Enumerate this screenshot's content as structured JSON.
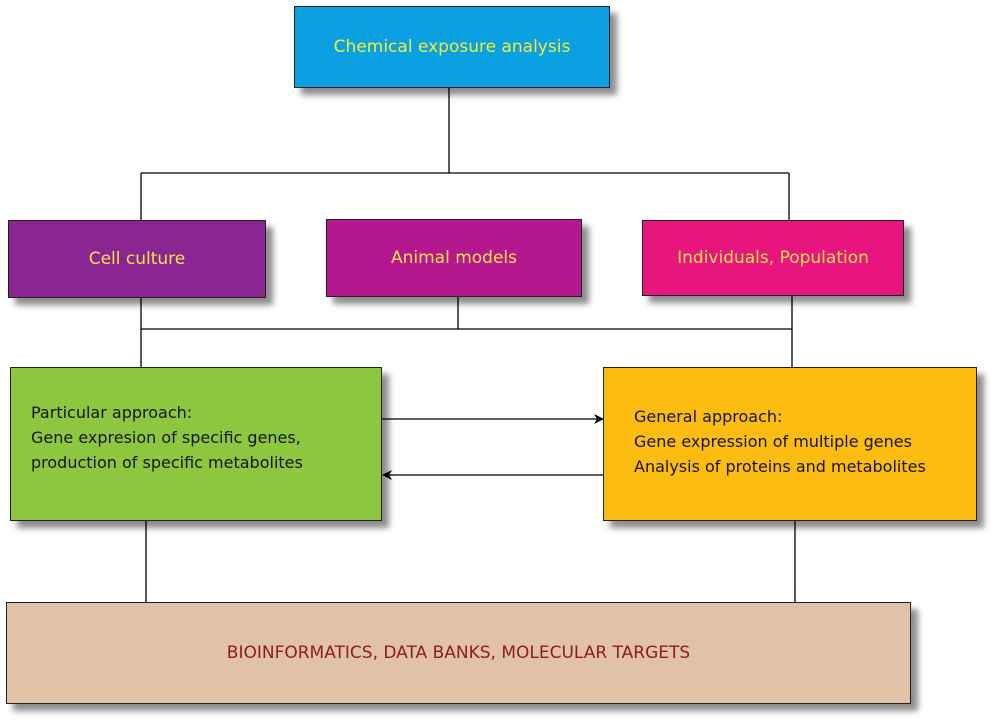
{
  "top": {
    "label": "Chemical exposure analysis"
  },
  "models": [
    {
      "label": "Cell culture"
    },
    {
      "label": "Animal models"
    },
    {
      "label": "Individuals, Population"
    }
  ],
  "particular": {
    "lines": [
      "Particular approach:",
      "Gene expresion of specific genes,",
      "production of specific metabolites"
    ]
  },
  "general": {
    "lines": [
      "General approach:",
      "Gene expression  of multiple genes",
      "Analysis of proteins and metabolites"
    ]
  },
  "bottom": {
    "label": "BIOINFORMATICS, DATA BANKS, MOLECULAR TARGETS"
  },
  "colors": {
    "top_fill": "#0aa0e2",
    "cell_fill": "#8a2592",
    "animal_fill": "#b5178e",
    "individuals_fill": "#e9157e",
    "particular_fill": "#8dc63f",
    "general_fill": "#fcbc12",
    "bottom_fill": "#e1c2a6"
  }
}
